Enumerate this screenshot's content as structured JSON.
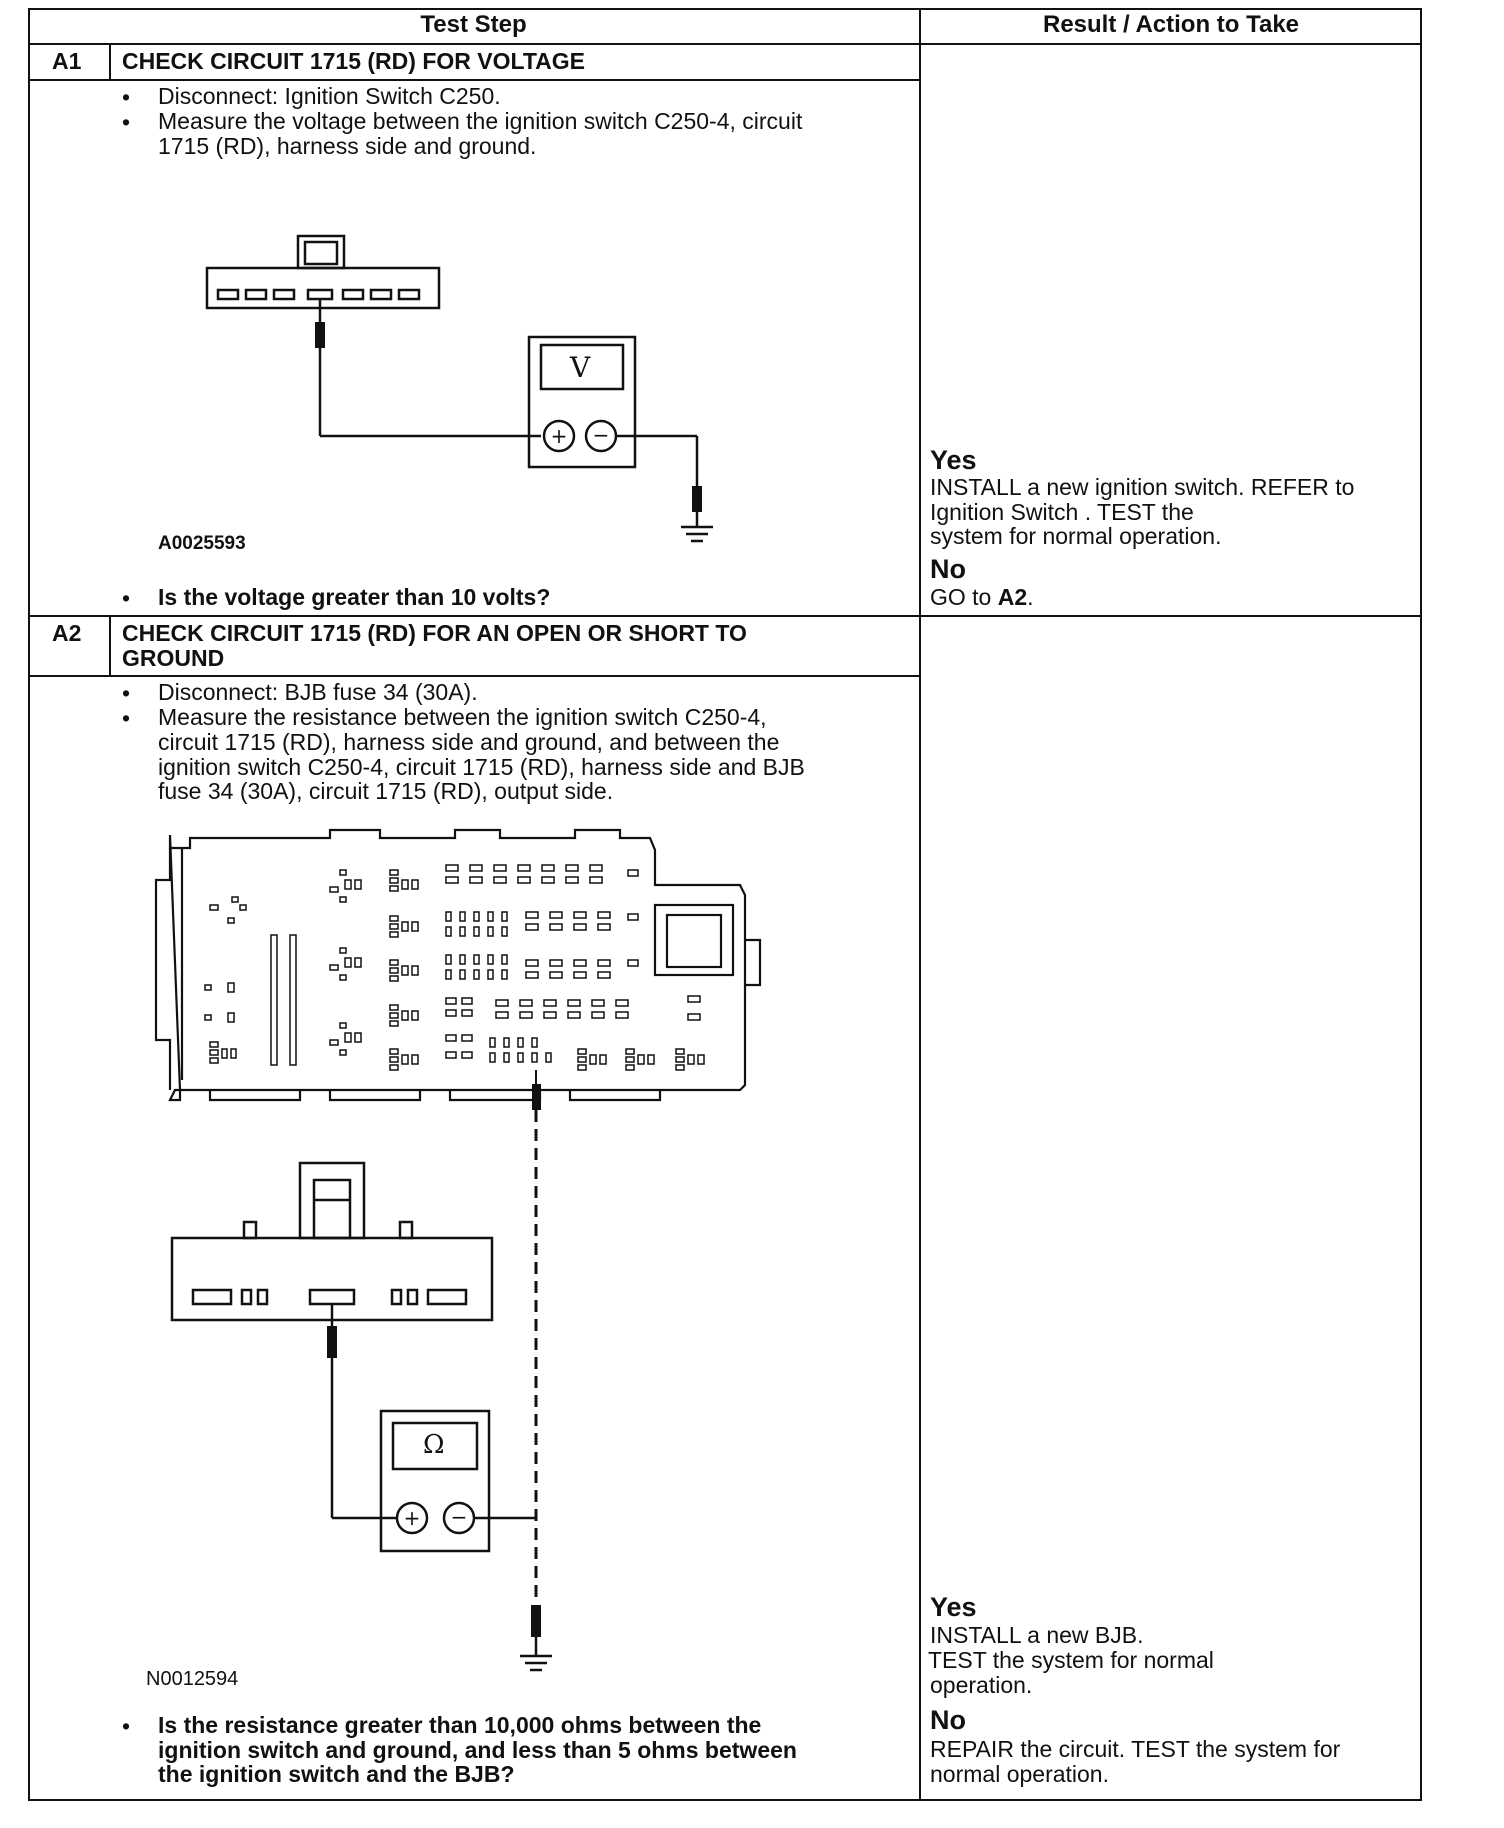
{
  "table": {
    "col_test_step": "Test Step",
    "col_result": "Result / Action to Take"
  },
  "steps": [
    {
      "id": "A1",
      "title": "CHECK CIRCUIT 1715 (RD) FOR VOLTAGE",
      "bullets": [
        "Disconnect: Ignition Switch C250.",
        "Measure the voltage between the ignition switch C250-4, circuit",
        "1715 (RD), harness side and ground."
      ],
      "figure_id": "A0025593",
      "meter_symbol": "V",
      "question": "Is the voltage greater than 10 volts?",
      "yes_label": "Yes",
      "yes_lines": [
        "INSTALL a new ignition switch. REFER to",
        "Ignition Switch . TEST the",
        "system for normal operation."
      ],
      "no_label": "No",
      "no_prefix": "GO to ",
      "no_link": "A2",
      "no_suffix": "."
    },
    {
      "id": "A2",
      "title_lines": [
        "CHECK CIRCUIT 1715 (RD) FOR AN OPEN OR SHORT TO",
        "GROUND"
      ],
      "bullet1": "Disconnect: BJB fuse 34 (30A).",
      "bullet2_lines": [
        "Measure the resistance between the ignition switch C250-4,",
        "circuit 1715 (RD), harness side and ground, and between the",
        "ignition switch C250-4, circuit 1715 (RD), harness side and BJB",
        "fuse 34 (30A), circuit 1715 (RD), output side."
      ],
      "figure_id": "N0012594",
      "meter_symbol": "Ω",
      "question_lines": [
        "Is the resistance greater than 10,000 ohms between the",
        "ignition switch and ground, and less than 5 ohms between",
        "the ignition switch and the BJB?"
      ],
      "yes_label": "Yes",
      "yes_lines": [
        "INSTALL a new BJB.",
        "TEST the system for normal",
        "operation."
      ],
      "no_label": "No",
      "no_lines": [
        "REPAIR the circuit. TEST the system for",
        "normal operation."
      ]
    }
  ]
}
